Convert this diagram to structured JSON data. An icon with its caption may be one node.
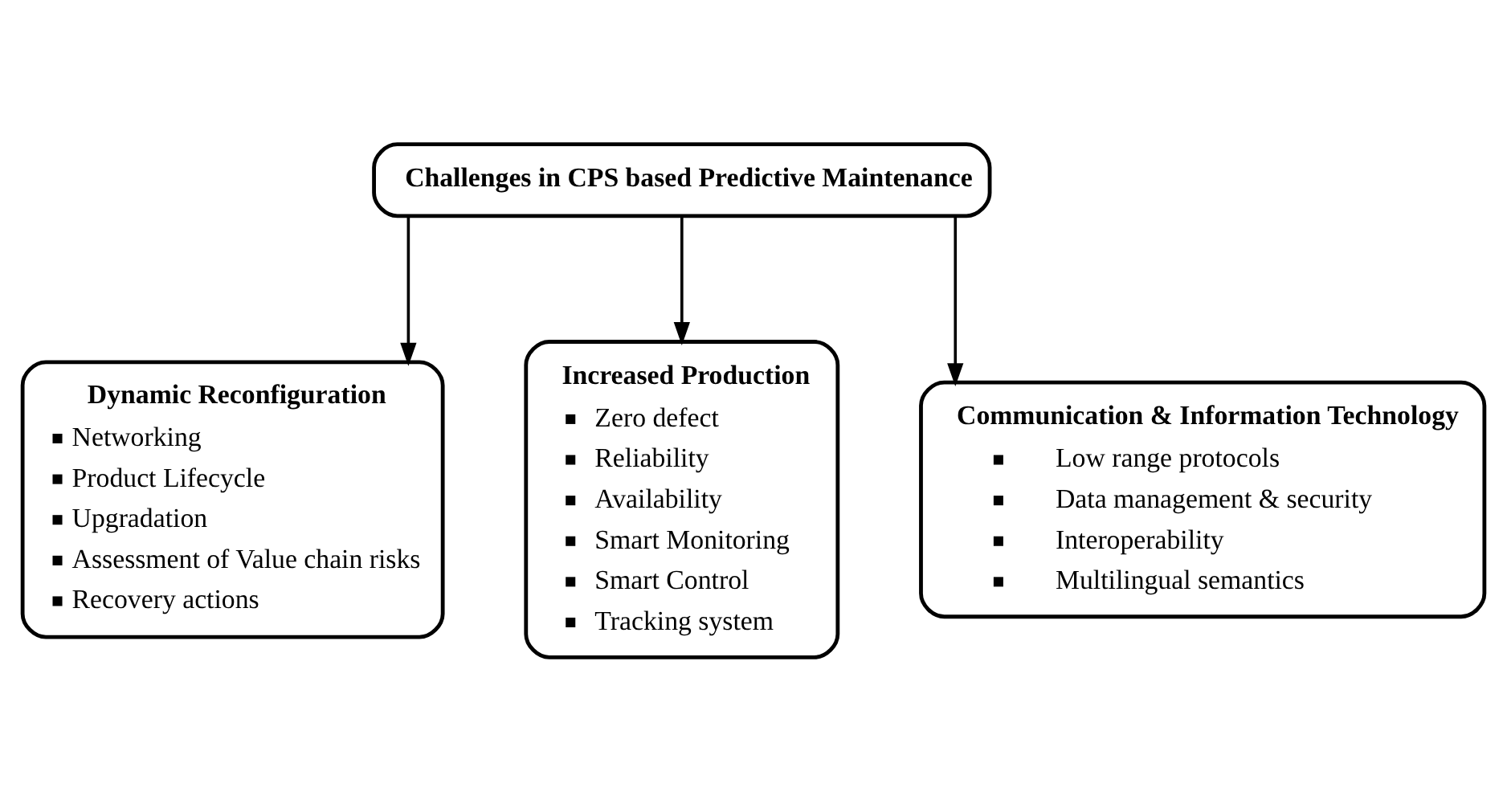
{
  "diagram": {
    "nodes": [
      {
        "text": [
          "Challenges in CPS based Predictive Maintenance"
        ]
      },
      {
        "text": [
          "Dynamic Reconfiguration",
          "Networking",
          "Product Lifecycle",
          "Upgradation",
          "Assessment of Value chain risks",
          "Recovery actions"
        ]
      },
      {
        "text": [
          "Increased Production",
          "Zero defect",
          "Reliability",
          "Availability",
          "Smart Monitoring",
          "Smart Control",
          "Tracking system"
        ]
      },
      {
        "text": [
          "Communication & Information Technology",
          "Low range protocols",
          "Data management & security",
          "Interoperability",
          "Multilingual semantics"
        ]
      }
    ],
    "edges": [
      {
        "from": 0,
        "to": 1,
        "arrow": "to"
      },
      {
        "from": 0,
        "to": 2,
        "arrow": "to"
      },
      {
        "from": 0,
        "to": 3,
        "arrow": "to"
      }
    ]
  }
}
